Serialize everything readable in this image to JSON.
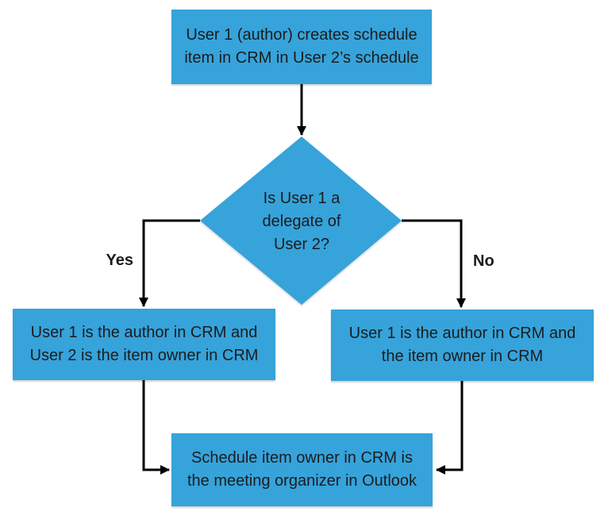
{
  "flowchart": {
    "colors": {
      "node_fill": "#36A3DB",
      "text_color": "#1c1c1c",
      "line_color": "#000000",
      "background": "#ffffff"
    },
    "nodes": {
      "start": {
        "lines": [
          "User 1 (author) creates schedule",
          "item in CRM in User 2’s schedule"
        ]
      },
      "decision": {
        "lines": [
          "Is User 1 a",
          "delegate of",
          "User 2?"
        ]
      },
      "yes_result": {
        "lines": [
          "User 1 is the author in CRM and",
          "User 2 is the item owner in CRM"
        ]
      },
      "no_result": {
        "lines": [
          "User 1 is the author in CRM and",
          "the item owner in CRM"
        ]
      },
      "end": {
        "lines": [
          "Schedule item owner in CRM is",
          "the meeting organizer in Outlook"
        ]
      }
    },
    "labels": {
      "yes": "Yes",
      "no": "No"
    }
  }
}
